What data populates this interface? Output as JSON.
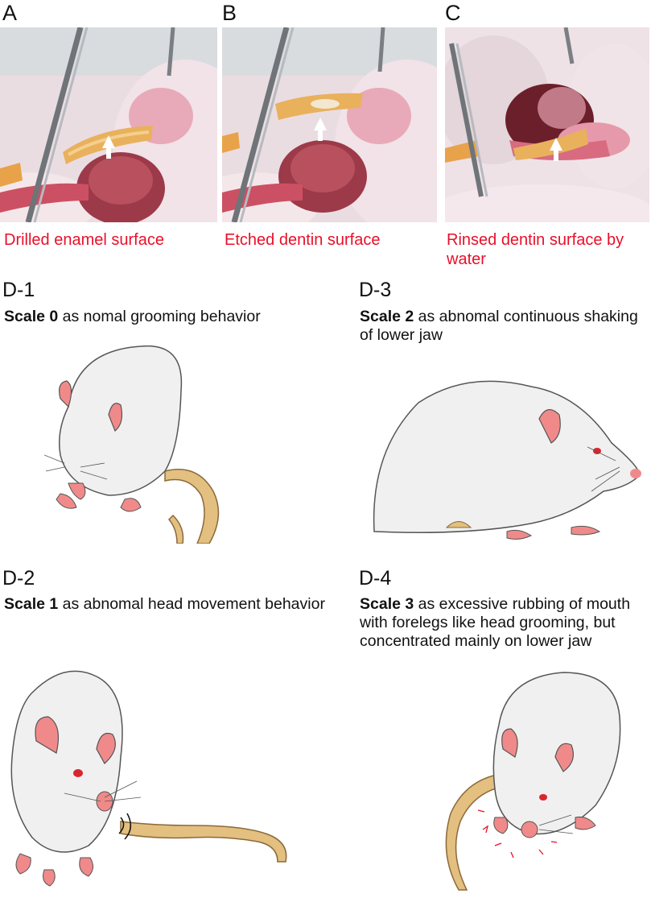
{
  "photos": [
    {
      "letter": "A",
      "caption": "Drilled enamel surface"
    },
    {
      "letter": "B",
      "caption": "Etched dentin surface"
    },
    {
      "letter": "C",
      "caption": "Rinsed dentin surface by water"
    }
  ],
  "behaviors": [
    {
      "label": "D-1",
      "scale": "Scale 0",
      "text": " as nomal grooming behavior"
    },
    {
      "label": "D-2",
      "scale": "Scale 1",
      "text": " as abnomal head movement behavior"
    },
    {
      "label": "D-3",
      "scale": "Scale 2",
      "text": " as abnomal continuous shaking of lower jaw"
    },
    {
      "label": "D-4",
      "scale": "Scale 3",
      "text": " as excessive rubbing of mouth with forelegs like head grooming, but concentrated mainly on lower jaw"
    }
  ],
  "colors": {
    "caption_red": "#e8102a",
    "rat_body": "#f0f0f0",
    "rat_pink": "#f08a8a",
    "tail": "#e3bf80"
  },
  "icons": [
    "white-arrow-icon",
    "forceps-icon"
  ]
}
